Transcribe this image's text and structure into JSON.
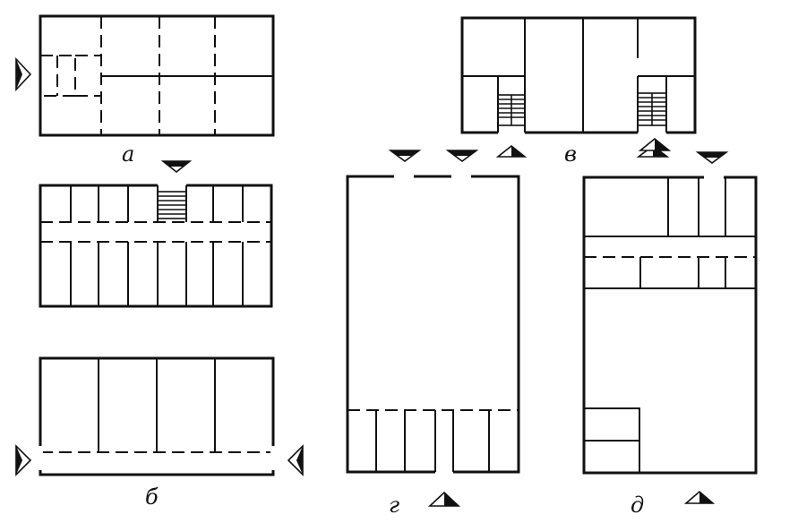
{
  "plans": [
    {
      "id": "a",
      "label": "а"
    },
    {
      "id": "b",
      "label": "б"
    },
    {
      "id": "v",
      "label": "в"
    },
    {
      "id": "g",
      "label": "г"
    },
    {
      "id": "d",
      "label": "д"
    }
  ],
  "colors": {
    "line": "#111111",
    "background": "#ffffff"
  }
}
